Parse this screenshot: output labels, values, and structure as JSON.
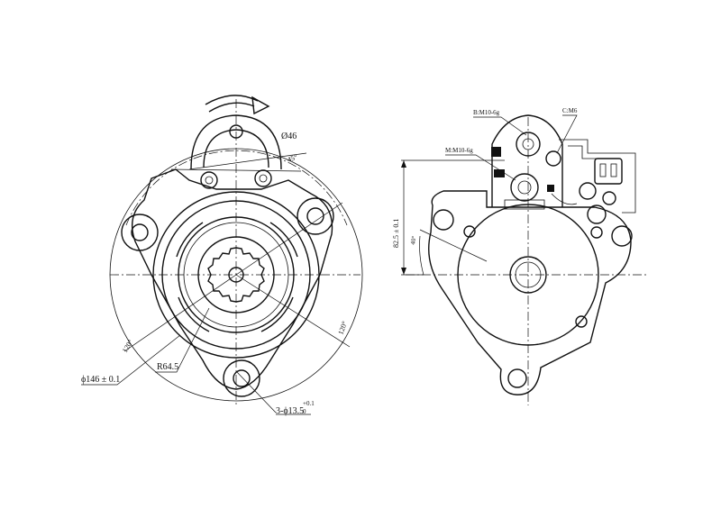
{
  "labels": {
    "outer_diameter": "ϕ146 ± 0.1",
    "radius": "R64.5",
    "bolt_holes": "3-ϕ13.5",
    "bolt_holes_tolerance": "+0.1",
    "bolt_holes_tolerance_zero": "0",
    "angle_left": "120°",
    "angle_right": "120°",
    "small_diameter": "Ø46",
    "small_angle": "45°",
    "terminal_b": "B:M10-6g",
    "terminal_m": "M:M10-6g",
    "terminal_c": "C:M6",
    "height_dim": "82.5 ± 0.1",
    "side_angle": "40°"
  },
  "colors": {
    "line": "#111111",
    "background": "#ffffff"
  }
}
